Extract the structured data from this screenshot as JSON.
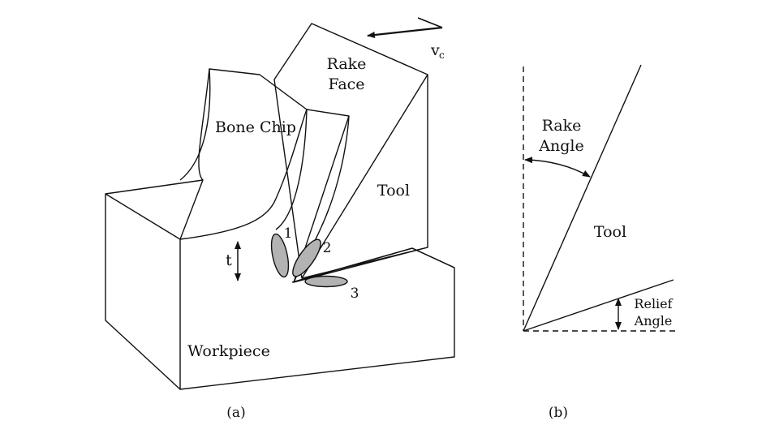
{
  "panel_a": {
    "caption": "(a)",
    "velocity_label": "v",
    "velocity_subscript": "c",
    "rake_face_label_line1": "Rake",
    "rake_face_label_line2": "Face",
    "bone_chip_label": "Bone Chip",
    "tool_label": "Tool",
    "workpiece_label": "Workpiece",
    "depth_label": "t",
    "zone_1": "1",
    "zone_2": "2",
    "zone_3": "3"
  },
  "panel_b": {
    "caption": "(b)",
    "rake_angle_line1": "Rake",
    "rake_angle_line2": "Angle",
    "tool_label": "Tool",
    "relief_angle_line1": "Relief",
    "relief_angle_line2": "Angle"
  },
  "colors": {
    "line": "#111111",
    "zone_fill": "#b3b3b3",
    "background": "#ffffff"
  }
}
